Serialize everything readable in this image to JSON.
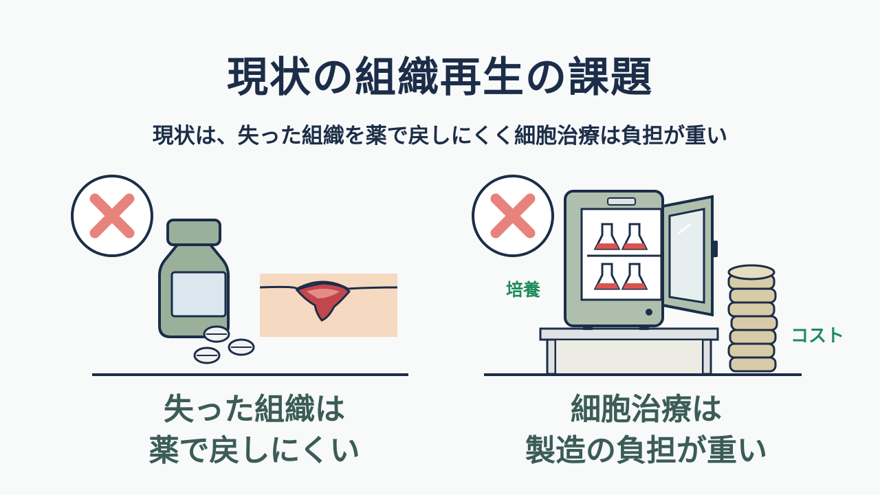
{
  "title": "現状の組織再生の課題",
  "subtitle": "現状は、失った組織を薬で戻しにくく細胞治療は負担が重い",
  "left_panel": {
    "caption_line1": "失った組織は",
    "caption_line2": "薬で戻しにくい"
  },
  "right_panel": {
    "caption_line1": "細胞治療は",
    "caption_line2": "製造の負担が重い",
    "label_culture": "培養",
    "label_cost": "コスト"
  },
  "colors": {
    "navy": "#1b2d48",
    "caption": "#3b5c57",
    "label_green": "#1e8a5c",
    "x_mark": "#e8837b"
  }
}
